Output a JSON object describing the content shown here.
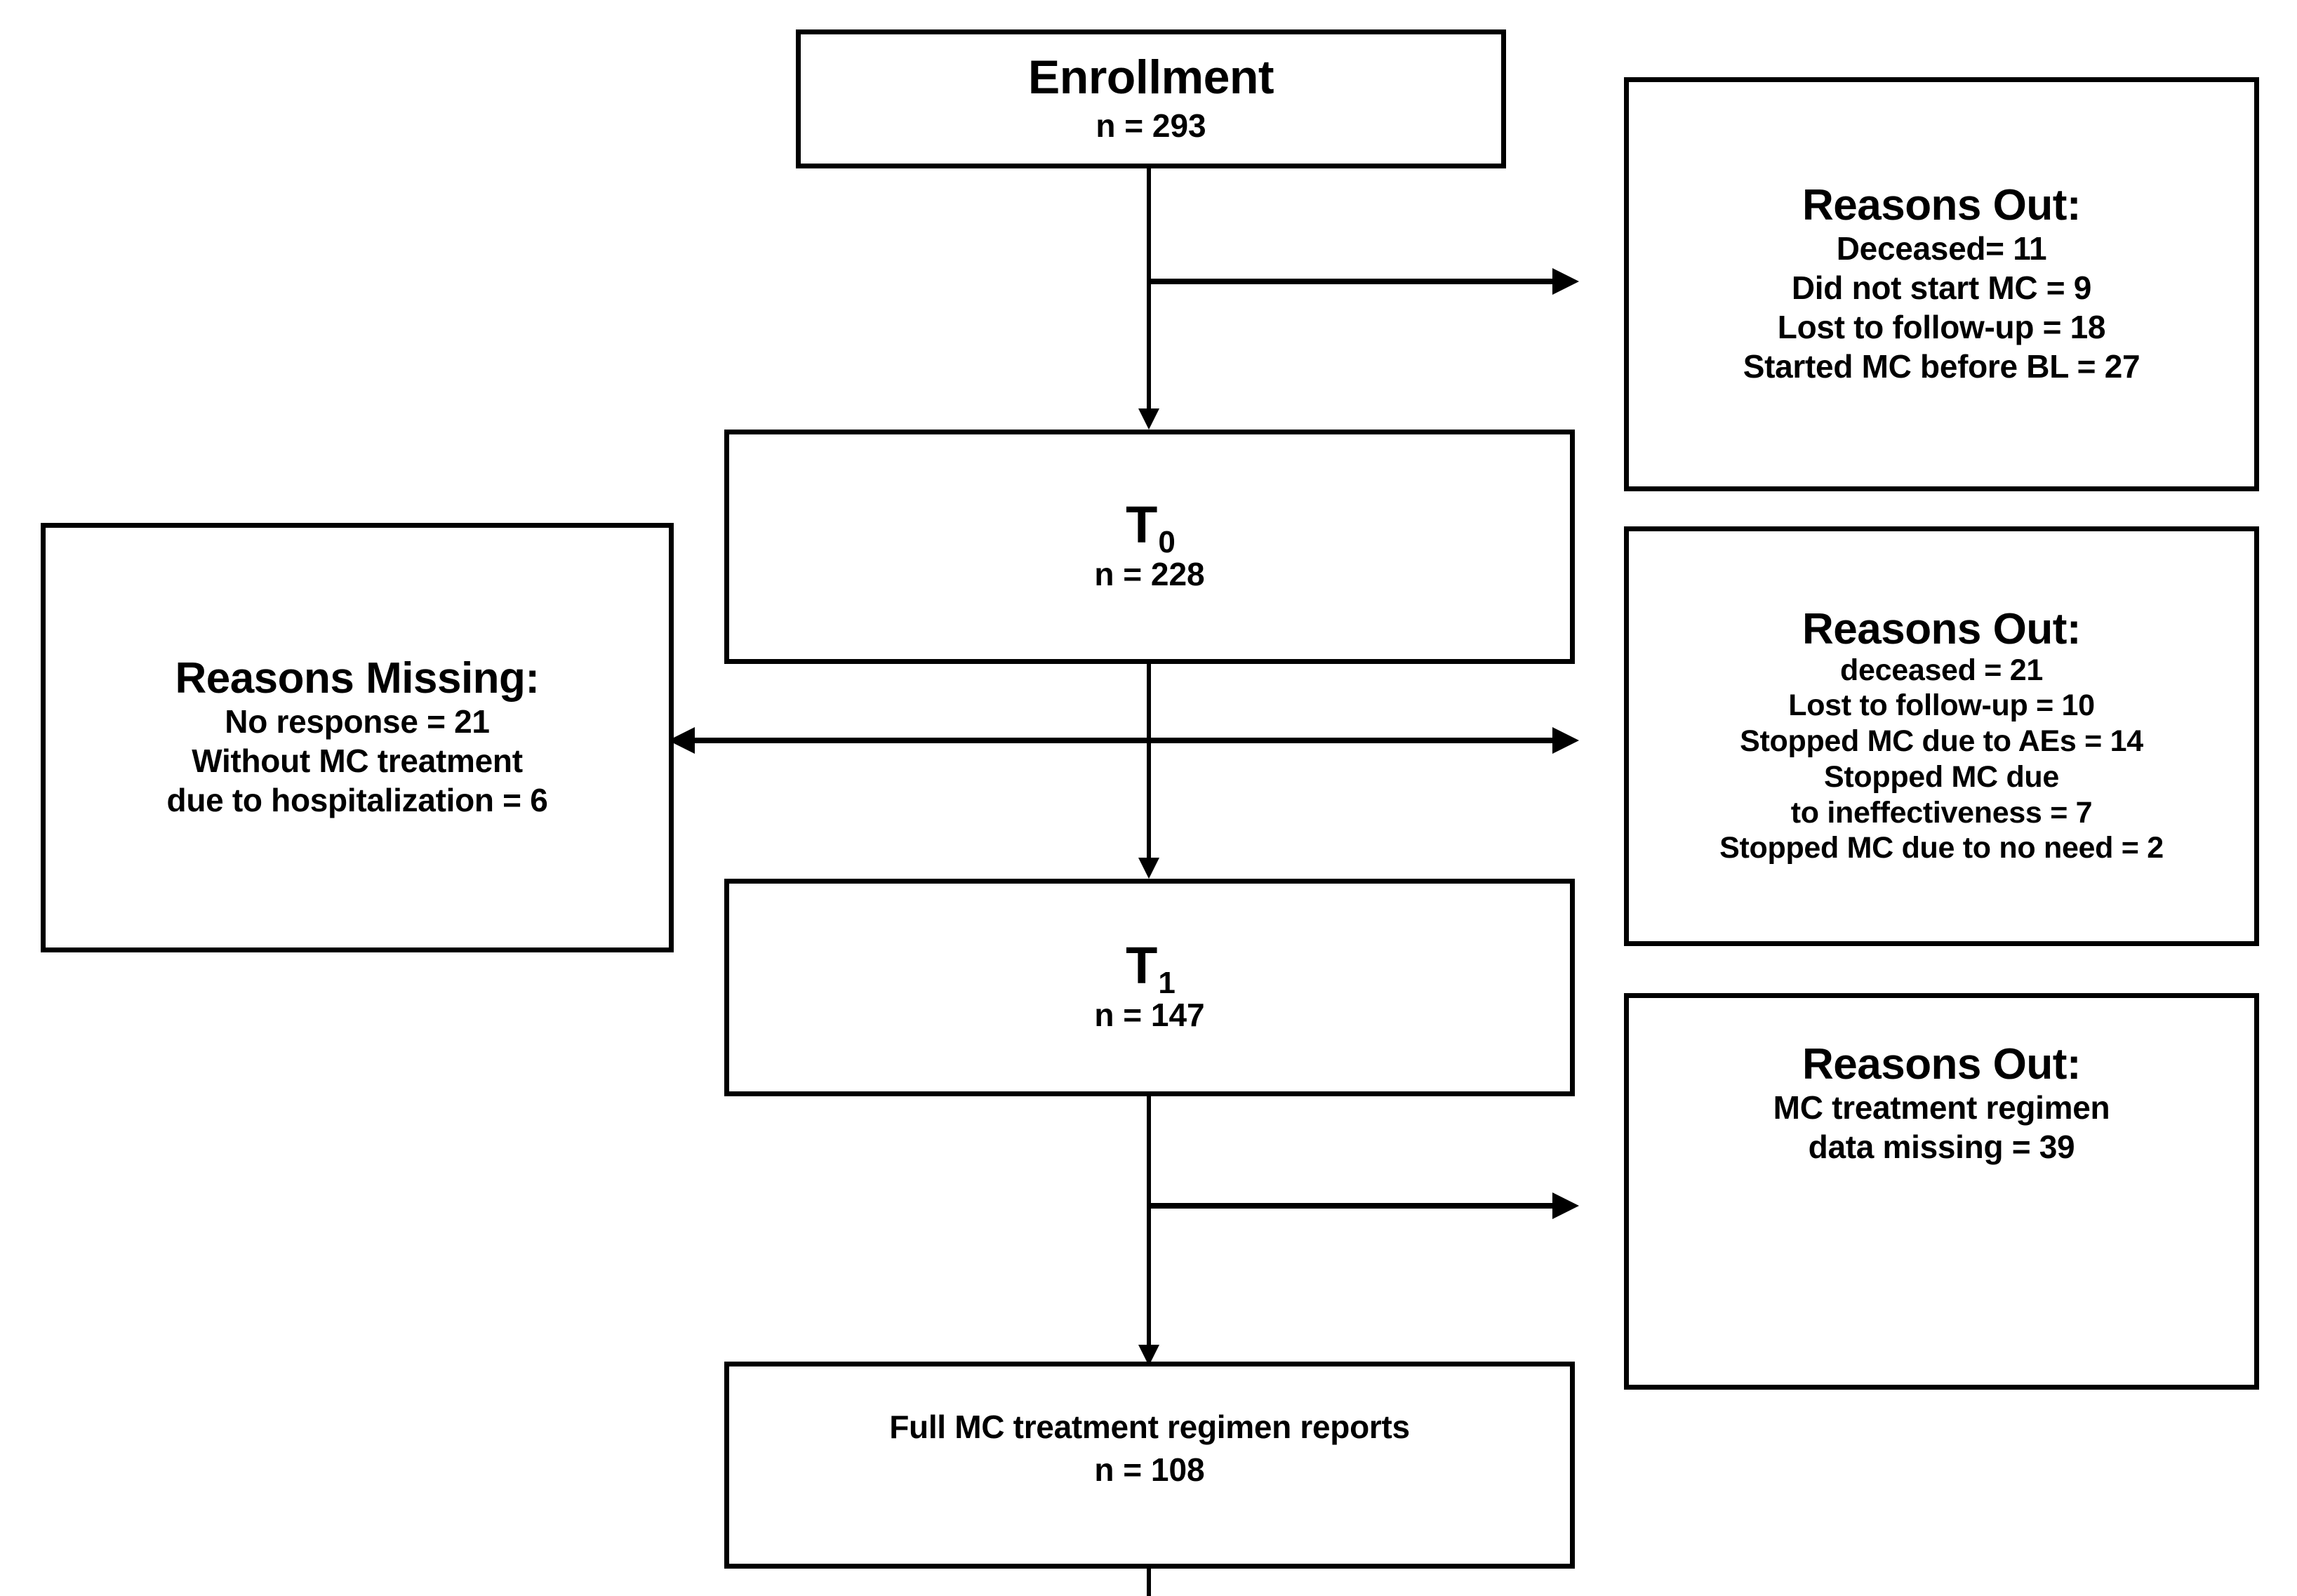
{
  "diagram": {
    "type": "study-participant-flow",
    "nodes": {
      "enrollment": {
        "title": "Enrollment",
        "n": "n = 293"
      },
      "t0": {
        "label_base": "T",
        "label_sub": "0",
        "n": "n = 228"
      },
      "t1": {
        "label_base": "T",
        "label_sub": "1",
        "n": "n = 147"
      },
      "final": {
        "title": "Full MC treatment regimen reports",
        "n": "n = 108"
      },
      "reasons_out_1": {
        "heading": "Reasons Out:",
        "lines": [
          "Deceased= 11",
          "Did not start MC = 9",
          "Lost to follow-up = 18",
          "Started MC before BL = 27"
        ]
      },
      "reasons_out_2": {
        "heading": "Reasons Out:",
        "lines": [
          "deceased = 21",
          "Lost to follow-up = 10",
          "Stopped MC due to AEs = 14",
          "Stopped MC due",
          "to ineffectiveness = 7",
          "Stopped MC due to no need = 2"
        ]
      },
      "reasons_out_3": {
        "heading": "Reasons Out:",
        "lines": [
          "MC treatment regimen",
          "data missing = 39"
        ]
      },
      "reasons_missing": {
        "heading": "Reasons Missing:",
        "lines": [
          "No response = 21",
          "Without MC treatment",
          "due to hospitalization = 6"
        ]
      }
    },
    "colors": {
      "stroke": "#000000",
      "background": "#ffffff",
      "text": "#000000"
    }
  }
}
